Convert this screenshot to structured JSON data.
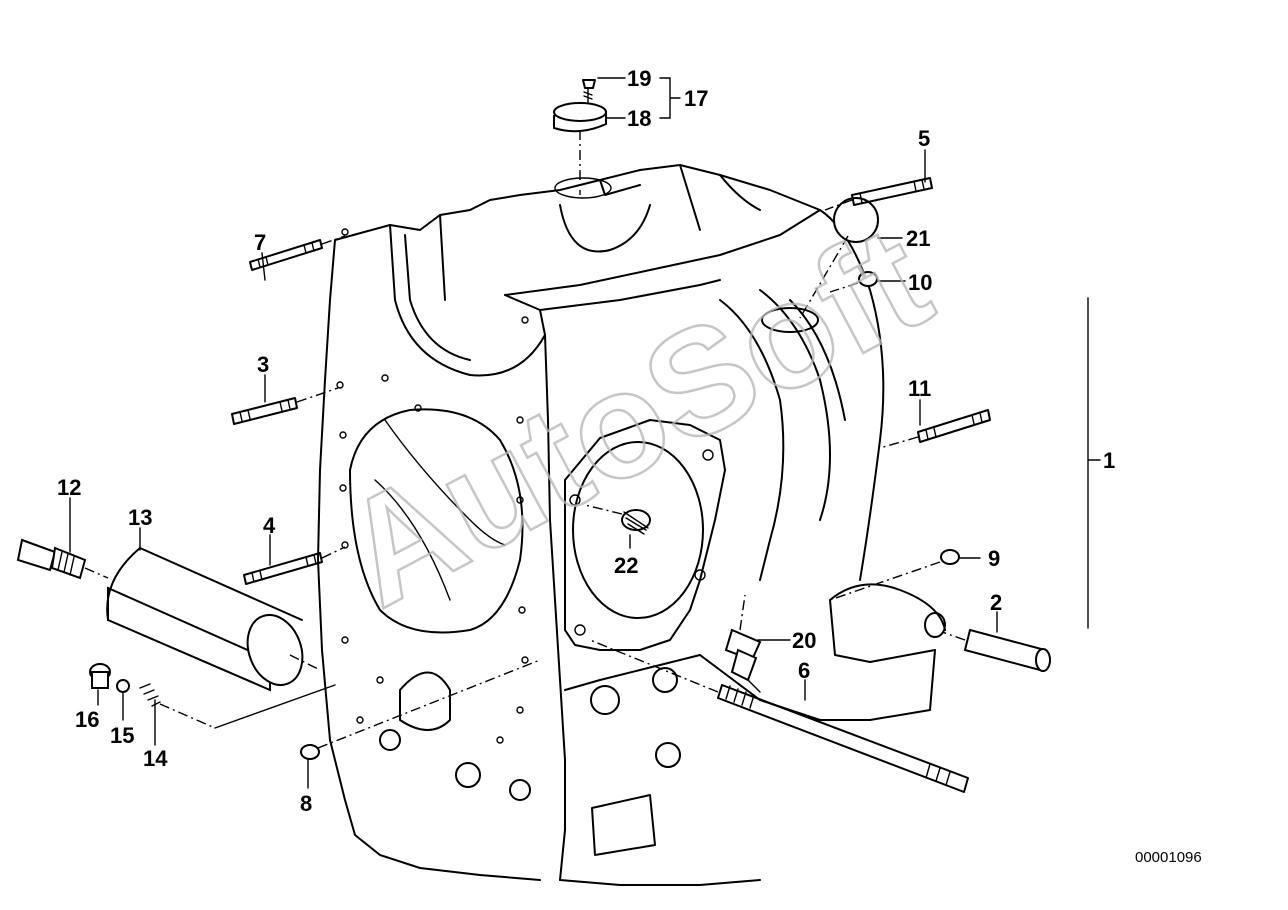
{
  "watermark": "AutoSoft",
  "diagram_number": "00001096",
  "callouts": {
    "c1": "1",
    "c2": "2",
    "c3": "3",
    "c4": "4",
    "c5": "5",
    "c6": "6",
    "c7": "7",
    "c8": "8",
    "c9": "9",
    "c10": "10",
    "c11": "11",
    "c12": "12",
    "c13": "13",
    "c14": "14",
    "c15": "15",
    "c16": "16",
    "c17": "17",
    "c18": "18",
    "c19": "19",
    "c20": "20",
    "c21": "21",
    "c22": "22"
  }
}
